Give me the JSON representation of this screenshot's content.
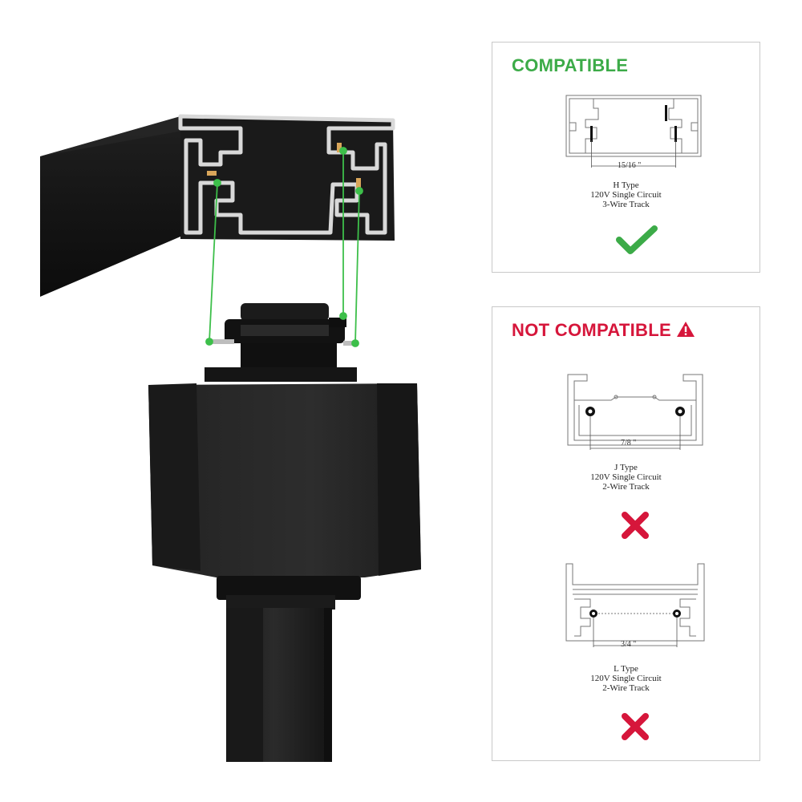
{
  "compatible": {
    "heading": "COMPATIBLE",
    "track": {
      "dimension": "15/16 \"",
      "type": "H Type",
      "circuit": "120V Single Circuit",
      "wire": "3-Wire Track"
    },
    "status_icon": "check-icon"
  },
  "not_compatible": {
    "heading": "NOT COMPATIBLE",
    "heading_icon": "warning-icon",
    "tracks": [
      {
        "dimension": "7/8 \"",
        "type": "J Type",
        "circuit": "120V Single Circuit",
        "wire": "2-Wire Track",
        "status_icon": "cross-icon"
      },
      {
        "dimension": "3/4 \"",
        "type": "L Type",
        "circuit": "120V Single Circuit",
        "wire": "2-Wire Track",
        "status_icon": "cross-icon"
      }
    ]
  },
  "colors": {
    "compatible_green": "#3cab48",
    "not_compatible_red": "#d6163b",
    "connector_line": "#3dbf4a",
    "panel_border": "#c9c9c9"
  }
}
